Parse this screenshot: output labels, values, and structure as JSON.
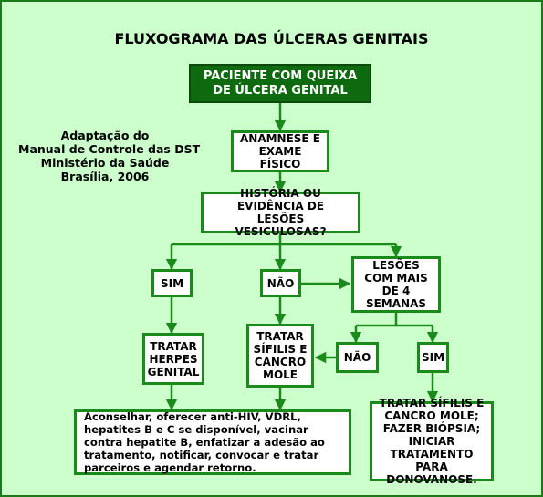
{
  "title": "FLUXOGRAMA DAS ÚLCERAS GENITAIS",
  "credit": {
    "line1": "Adaptação do",
    "line2": "Manual de Controle das DST",
    "line3": "Ministério da Saúde",
    "line4": "Brasília, 2006"
  },
  "nodes": {
    "start": "PACIENTE COM QUEIXA DE ÚLCERA GENITAL",
    "anamnese": "ANAMNESE E EXAME FÍSICO",
    "historia": "HISTÓRIA OU EVIDÊNCIA DE LESÕES VESICULOSAS?",
    "sim1": "SIM",
    "nao1": "NÃO",
    "lesoes": "LESÕES COM MAIS DE 4 SEMANAS",
    "herpes": "TRATAR HERPES GENITAL",
    "sifilis": "TRATAR SÍFILIS E CANCRO MOLE",
    "nao2": "NÃO",
    "sim2": "SIM",
    "aconselhar": "Aconselhar, oferecer anti-HIV, VDRL, hepatites B e C se disponível, vacinar contra hepatite B, enfatizar a adesão ao tratamento, notificar, convocar e tratar parceiros e agendar retorno.",
    "donovanose": "TRATAR SÍFILIS E CANCRO MOLE; FAZER BIÓPSIA; INICIAR TRATAMENTO PARA DONOVANOSE."
  },
  "colors": {
    "background": "#ccffcc",
    "border": "#1a8a1a",
    "start_fill": "#0e6a0e",
    "arrow": "#1a8a1a"
  }
}
